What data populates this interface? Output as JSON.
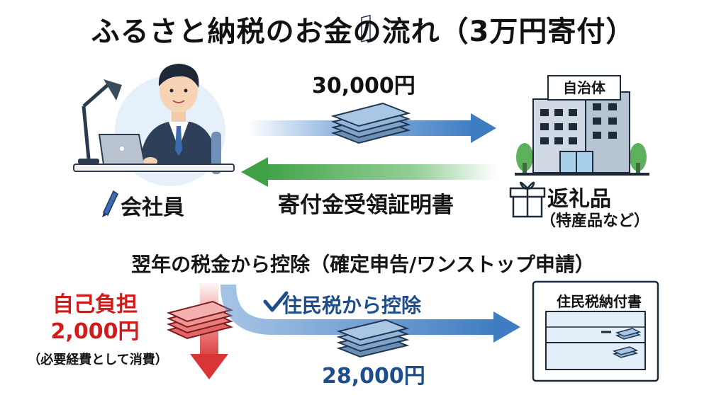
{
  "title": "ふるさと納税のお金の流れ（3万円寄付）",
  "flow_top": {
    "donation_amount": "30,000円",
    "receipt_label": "寄付金受領証明書"
  },
  "actors": {
    "employee": "会社員",
    "municipality": "自治体",
    "gift": "返礼品",
    "gift_note": "（特産品など）"
  },
  "subtitle": "翌年の税金から控除（確定申告/ワンストップ申請）",
  "flow_bottom": {
    "self_burden_title": "自己負担",
    "self_burden_amount": "2,000円",
    "self_burden_note": "（必要経費として消費）",
    "deduction_label": "住民税から控除",
    "deduction_amount": "28,000円",
    "slip_title": "住民税納付書"
  },
  "colors": {
    "blue_arrow": "#4a86c8",
    "green_arrow": "#4caf50",
    "red_arrow": "#e04545",
    "dark_blue_text": "#1e4d8c"
  }
}
